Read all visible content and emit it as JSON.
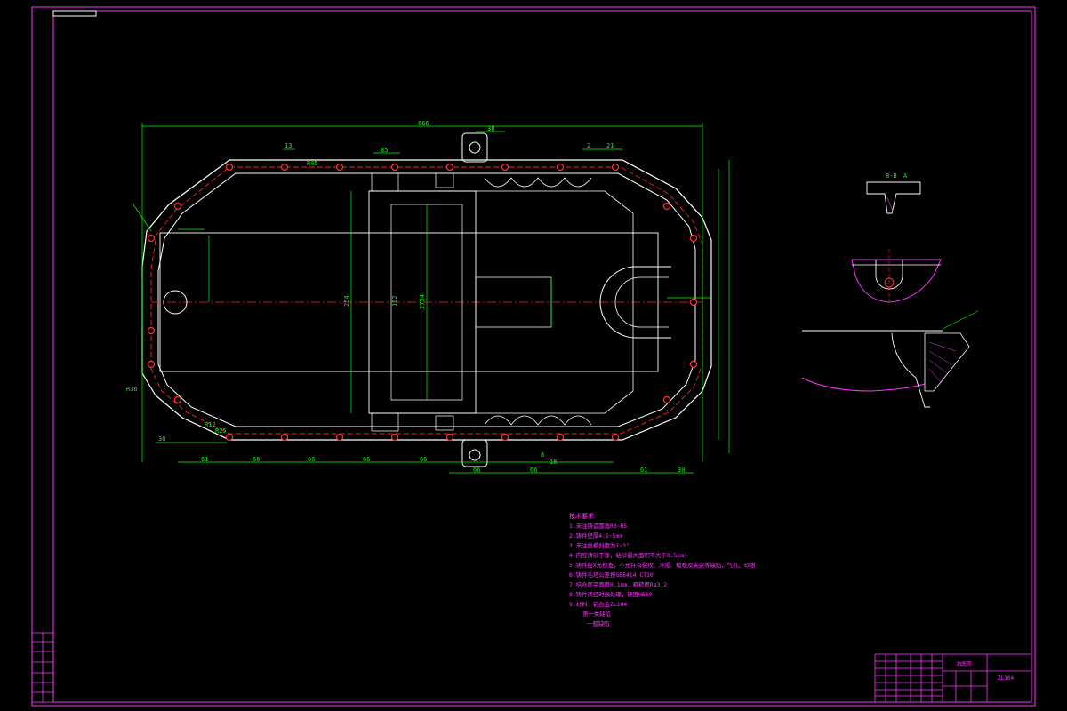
{
  "drawing": {
    "overall_length": "666",
    "top_dims": [
      "38",
      "13",
      "85",
      "2",
      "21",
      "R45"
    ],
    "bottom_dims": [
      "61",
      "66",
      "66",
      "66",
      "66",
      "66",
      "66",
      "61",
      "30",
      "18",
      "8"
    ],
    "left_dims": [
      "30",
      "R36",
      "R12",
      "R25"
    ],
    "center_dims": [
      "254",
      "162",
      "2734"
    ],
    "section_labels": [
      "B-B",
      "A"
    ],
    "notes_title": "技术要求",
    "notes": [
      "1.未注铸造圆角R3~R5",
      "2.铸件壁厚4.5~5mm",
      "3.未注拔模斜度为1~3°",
      "4.内腔清砂干净，粘砂最大面积不大于0.5cm²",
      "5.铸件经X光检查，不允许有裂纹、冷隔、缩松及夹杂等缺陷，气孔、砂眼",
      "6.铸件毛坯公差按GB6414 CT10",
      "7.结合面平面度0.1mm，粗糙度Ra3.2",
      "8.铸件须经时效处理，硬度HB60",
      "9.材料：铝合金ZL104"
    ],
    "note_sub": [
      "第一类缺陷",
      "一般缺陷"
    ],
    "title_block_name": "油底壳",
    "title_block_material": "ZL104"
  }
}
